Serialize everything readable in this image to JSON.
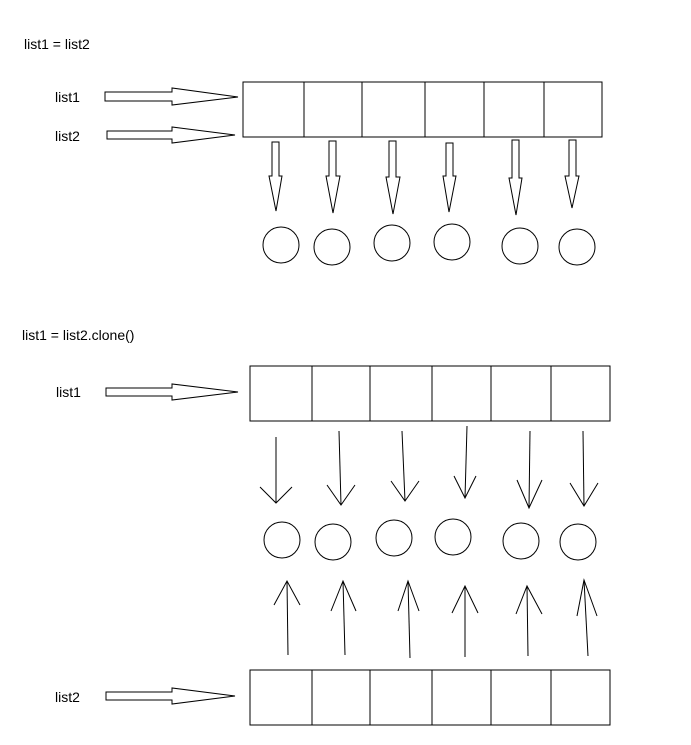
{
  "diagrams": [
    {
      "heading": "list1 = list2",
      "refs": [
        "list1",
        "list2"
      ]
    },
    {
      "heading": "list1 = list2.clone()",
      "refs": [
        "list1",
        "list2"
      ]
    }
  ]
}
